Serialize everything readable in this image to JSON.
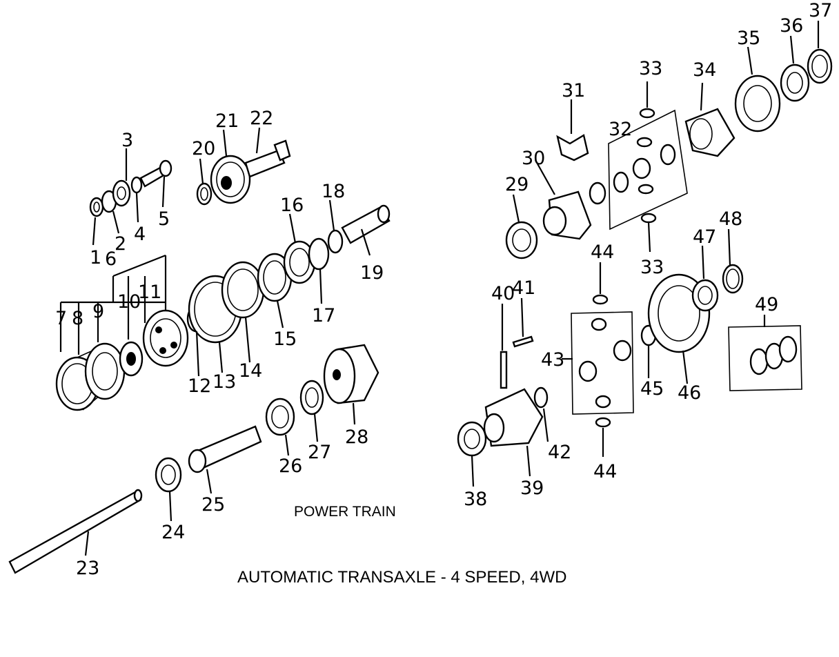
{
  "diagram": {
    "title": "AUTOMATIC TRANSAXLE - 4 SPEED, 4WD",
    "subtitle": "POWER TRAIN",
    "callouts": [
      "1",
      "2",
      "3",
      "4",
      "5",
      "6",
      "7",
      "8",
      "9",
      "10",
      "11",
      "12",
      "13",
      "14",
      "15",
      "16",
      "17",
      "18",
      "19",
      "20",
      "21",
      "22",
      "23",
      "24",
      "25",
      "26",
      "27",
      "28",
      "29",
      "30",
      "31",
      "32",
      "33",
      "33",
      "34",
      "35",
      "36",
      "37",
      "38",
      "39",
      "40",
      "41",
      "42",
      "43",
      "44",
      "44",
      "45",
      "46",
      "47",
      "48",
      "49"
    ]
  }
}
